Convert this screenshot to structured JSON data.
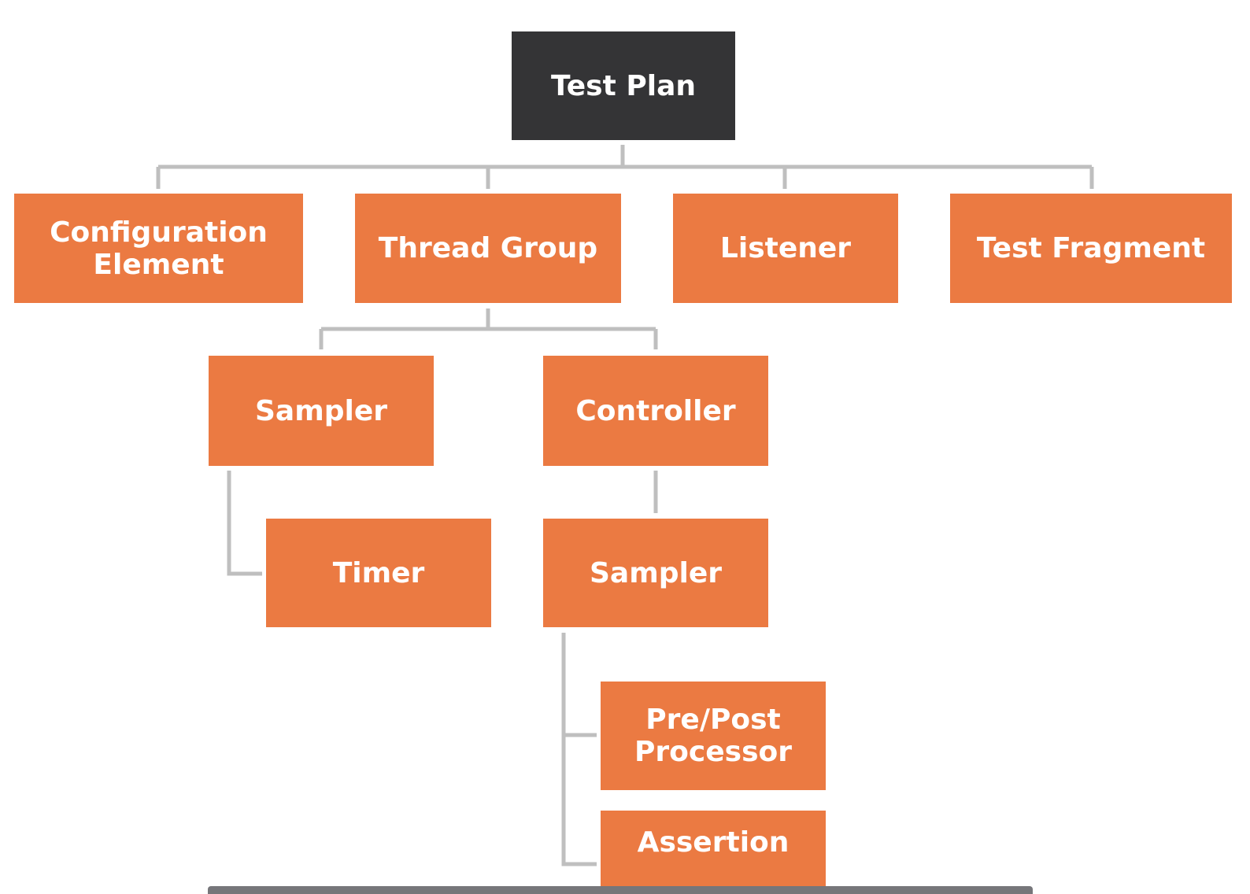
{
  "diagram": {
    "root": {
      "label": "Test Plan"
    },
    "level1": {
      "configuration_element": "Configuration\nElement",
      "thread_group": "Thread Group",
      "listener": "Listener",
      "test_fragment": "Test Fragment"
    },
    "level2": {
      "sampler": "Sampler",
      "controller": "Controller"
    },
    "level3": {
      "timer": "Timer",
      "controller_sampler": "Sampler"
    },
    "level4": {
      "pre_post_processor": "Pre/Post\nProcessor",
      "assertion": "Assertion"
    },
    "colors": {
      "root_box": "#343436",
      "element_box": "#eb7a42",
      "connector": "#bfbfbf",
      "text": "#ffffff"
    }
  }
}
